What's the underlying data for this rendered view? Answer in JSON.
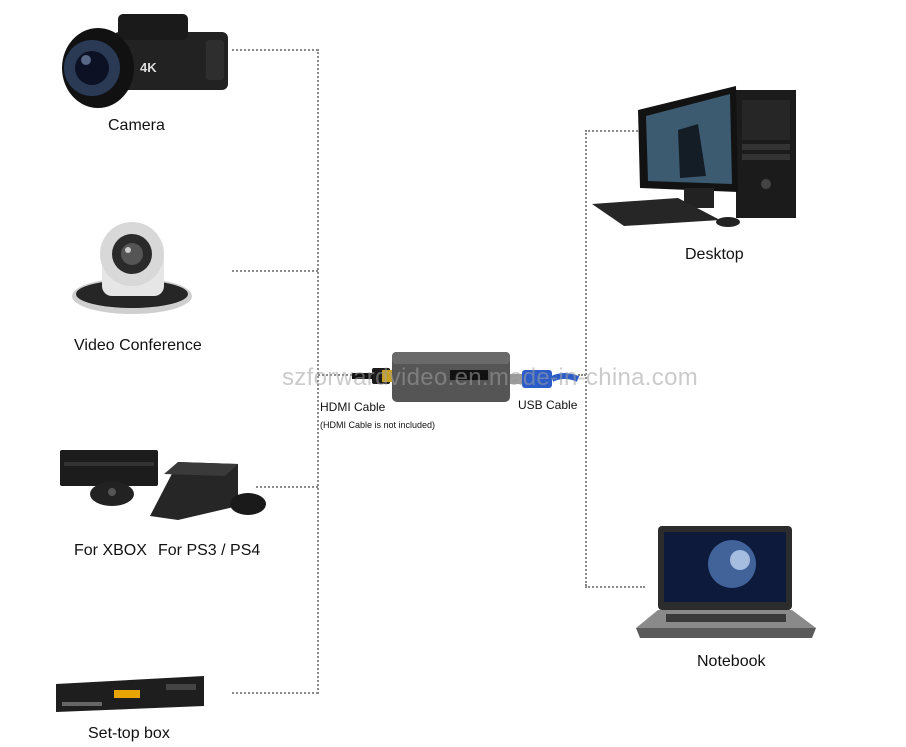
{
  "devices": {
    "camera": "Camera",
    "video_conference": "Video Conference",
    "xbox": "For XBOX",
    "ps": "For PS3 / PS4",
    "set_top_box": "Set-top box",
    "desktop": "Desktop",
    "notebook": "Notebook"
  },
  "capture": {
    "hdmi_cable": "HDMI Cable",
    "hdmi_note": "(HDMI Cable is not included)",
    "usb_cable": "USB Cable",
    "watermark": "szforwardvideo.en.made-in-china.com"
  },
  "camera_badge": "4K",
  "colors": {
    "line": "#8a8a8a",
    "usb_blue": "#2b5cc8",
    "device_dark": "#1e1e1e"
  }
}
